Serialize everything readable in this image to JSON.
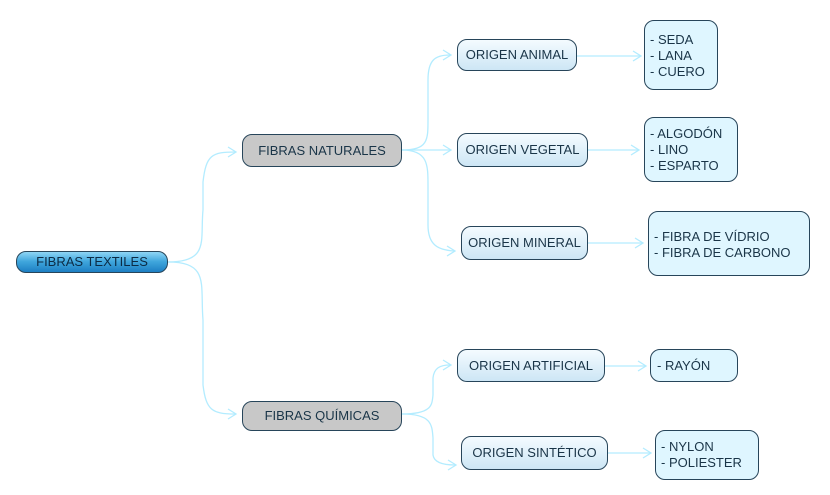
{
  "root": {
    "label": "FIBRAS TEXTILES"
  },
  "branches": [
    {
      "label": "FIBRAS NATURALES",
      "origins": [
        {
          "label": "ORIGEN ANIMAL",
          "items": [
            "- SEDA",
            "- LANA",
            "- CUERO"
          ]
        },
        {
          "label": "ORIGEN VEGETAL",
          "items": [
            "- ALGODÓN",
            "- LINO",
            "- ESPARTO"
          ]
        },
        {
          "label": "ORIGEN MINERAL",
          "items": [
            "- FIBRA DE VÍDRIO",
            "- FIBRA DE CARBONO"
          ]
        }
      ]
    },
    {
      "label": "FIBRAS QUÍMICAS",
      "origins": [
        {
          "label": "ORIGEN ARTIFICIAL",
          "items": [
            "- RAYÓN"
          ]
        },
        {
          "label": "ORIGEN SINTÉTICO",
          "items": [
            "- NYLON",
            "- POLIESTER"
          ]
        }
      ]
    }
  ],
  "colors": {
    "connector": "#b3ecff",
    "root_fill": "#3fa6dc",
    "category_fill": "#c8c8c8",
    "leaf_fill": "#dff6ff",
    "border": "#27455a"
  }
}
